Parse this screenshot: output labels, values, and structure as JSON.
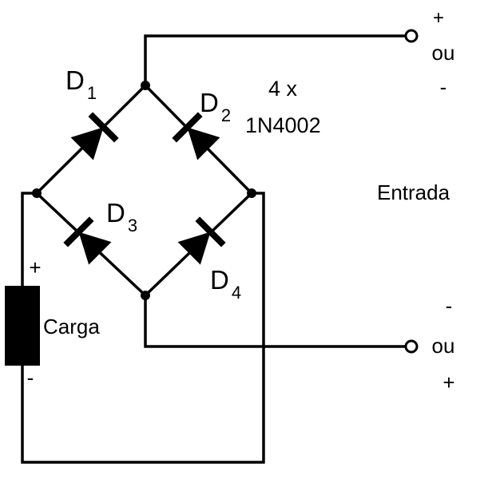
{
  "diagram": {
    "diodes": [
      {
        "id": "D1",
        "letter": "D",
        "subscript": "1"
      },
      {
        "id": "D2",
        "letter": "D",
        "subscript": "2"
      },
      {
        "id": "D3",
        "letter": "D",
        "subscript": "3"
      },
      {
        "id": "D4",
        "letter": "D",
        "subscript": "4"
      }
    ],
    "part_quantity": "4 x",
    "part_number": "1N4002",
    "input_label": "Entrada",
    "top_terminal": {
      "plus": "+",
      "or": "ou",
      "minus": "-"
    },
    "bottom_terminal": {
      "minus": "-",
      "or": "ou",
      "plus": "+"
    },
    "load": {
      "label": "Carga",
      "plus": "+",
      "minus": "-"
    }
  },
  "colors": {
    "ink": "#000000",
    "paper": "#ffffff"
  }
}
